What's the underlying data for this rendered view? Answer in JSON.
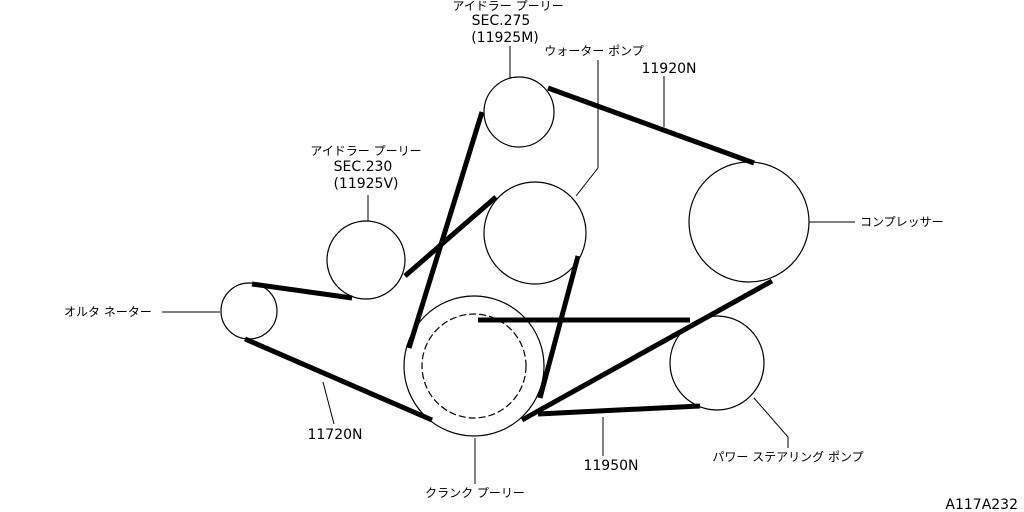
{
  "labels": {
    "idler_upper_name": "アイドラー プーリー",
    "idler_upper_sec": "SEC.275",
    "idler_upper_part": "(11925M)",
    "water_pump": "ウォーター ポンプ",
    "belt_upper": "11920N",
    "idler_left_name": "アイドラー プーリー",
    "idler_left_sec": "SEC.230",
    "idler_left_part": "(11925V)",
    "compressor": "コンプレッサー",
    "alternator": "オルタ ネーター",
    "belt_left": "11720N",
    "belt_lower": "11950N",
    "power_steering": "パワー ステアリング ポンプ",
    "crank_pulley": "クランク プーリー",
    "figure_code": "A117A232"
  },
  "colors": {
    "ink": "#000000",
    "background": "#ffffff"
  }
}
